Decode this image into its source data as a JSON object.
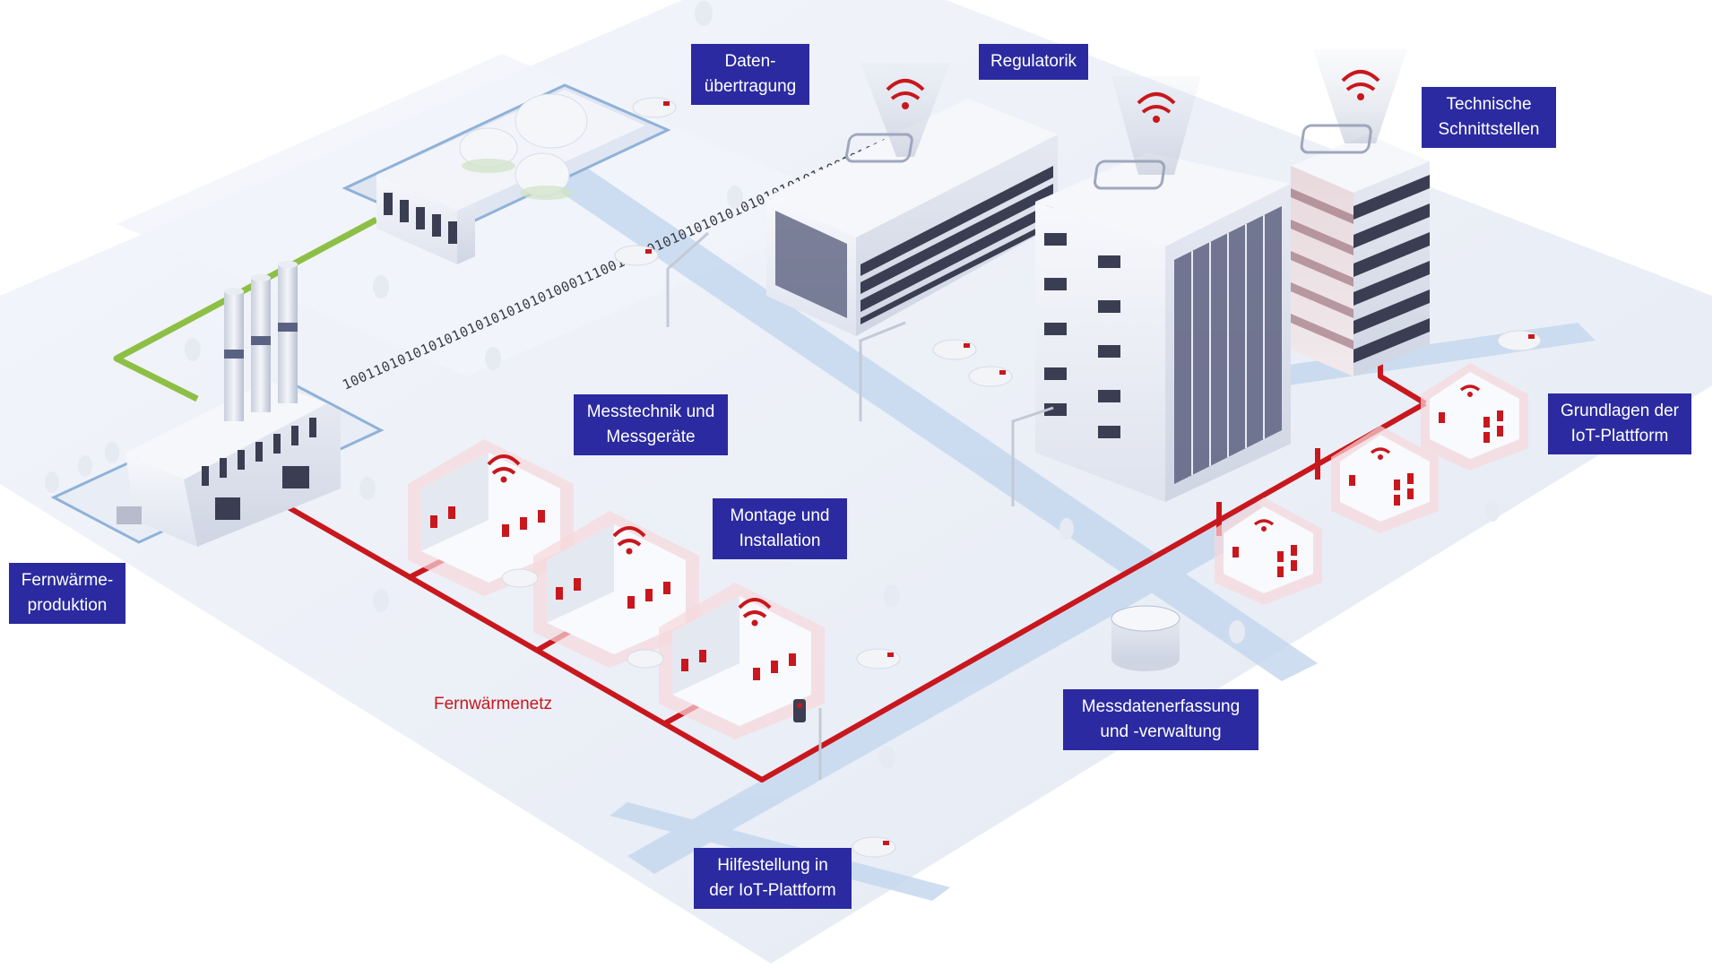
{
  "labels": {
    "daten": [
      "Daten-",
      "übertragung"
    ],
    "regulatorik": [
      "Regulatorik"
    ],
    "technische": [
      "Technische",
      "Schnittstellen"
    ],
    "grundlagen": [
      "Grundlagen der",
      "IoT-Plattform"
    ],
    "messtechnik": [
      "Messtechnik und",
      "Messgeräte"
    ],
    "montage": [
      "Montage und",
      "Installation"
    ],
    "fernwaerme_produktion": [
      "Fernwärme-",
      "produktion"
    ],
    "messdaten": [
      "Messdatenerfassung",
      "und -verwaltung"
    ],
    "hilfestellung": [
      "Hilfestellung in",
      "der IoT-Plattform"
    ]
  },
  "network_label": "Fernwärmenetz",
  "binary_stream": "1001101010101010101010101010001110011010101010101010101010101100101010110011",
  "colors": {
    "label_bg": "#2b2aa0",
    "network_red": "#c8171d",
    "green_pipe": "#8dbf45",
    "ground": "#eef1f8",
    "road": "#bcd3ec"
  }
}
